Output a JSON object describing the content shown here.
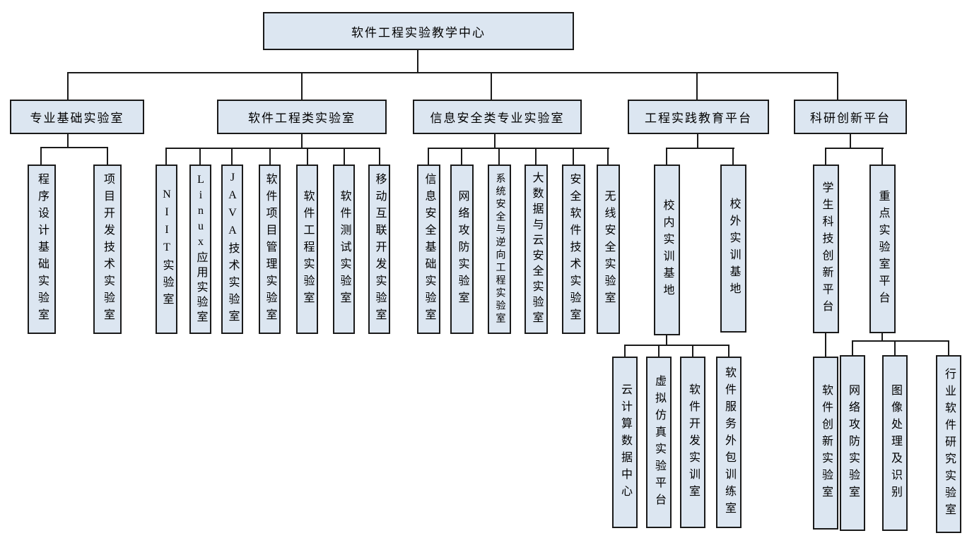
{
  "style": {
    "box_fill": "#dce6f1",
    "box_border": "#1a1a1a",
    "line_color": "#1a1a1a",
    "text_color": "#000000",
    "background": "#ffffff"
  },
  "org": {
    "root": {
      "label": "软件工程实验教学中心"
    },
    "branches": [
      {
        "label": "专业基础实验室",
        "children": [
          {
            "label": "程序设计基础实验室"
          },
          {
            "label": "项目开发技术实验室"
          }
        ]
      },
      {
        "label": "软件工程类实验室",
        "children": [
          {
            "label": "NIIT实验室"
          },
          {
            "label": "Linux应用实验室"
          },
          {
            "label": "JAVA技术实验室"
          },
          {
            "label": "软件项目管理实验室"
          },
          {
            "label": "软件工程实验室"
          },
          {
            "label": "软件测试实验室"
          },
          {
            "label": "移动互联开发实验室"
          }
        ]
      },
      {
        "label": "信息安全类专业实验室",
        "children": [
          {
            "label": "信息安全基础实验室"
          },
          {
            "label": "网络攻防实验室"
          },
          {
            "label": "系统安全与逆向工程实验室"
          },
          {
            "label": "大数据与云安全实验室"
          },
          {
            "label": "安全软件技术实验室"
          },
          {
            "label": "无线安全实验室"
          }
        ]
      },
      {
        "label": "工程实践教育平台",
        "children": [
          {
            "label": "校内实训基地",
            "children": [
              {
                "label": "云计算数据中心"
              },
              {
                "label": "虚拟仿真实验平台"
              },
              {
                "label": "软件开发实训室"
              },
              {
                "label": "软件服务外包训练室"
              }
            ]
          },
          {
            "label": "校外实训基地"
          }
        ]
      },
      {
        "label": "科研创新平台",
        "children": [
          {
            "label": "学生科技创新平台",
            "children": [
              {
                "label": "软件创新实验室"
              }
            ]
          },
          {
            "label": "重点实验室平台",
            "children": [
              {
                "label": "网络攻防实验室"
              },
              {
                "label": "图像处理及识别"
              },
              {
                "label": "行业软件研究实验室"
              }
            ]
          }
        ]
      }
    ]
  }
}
